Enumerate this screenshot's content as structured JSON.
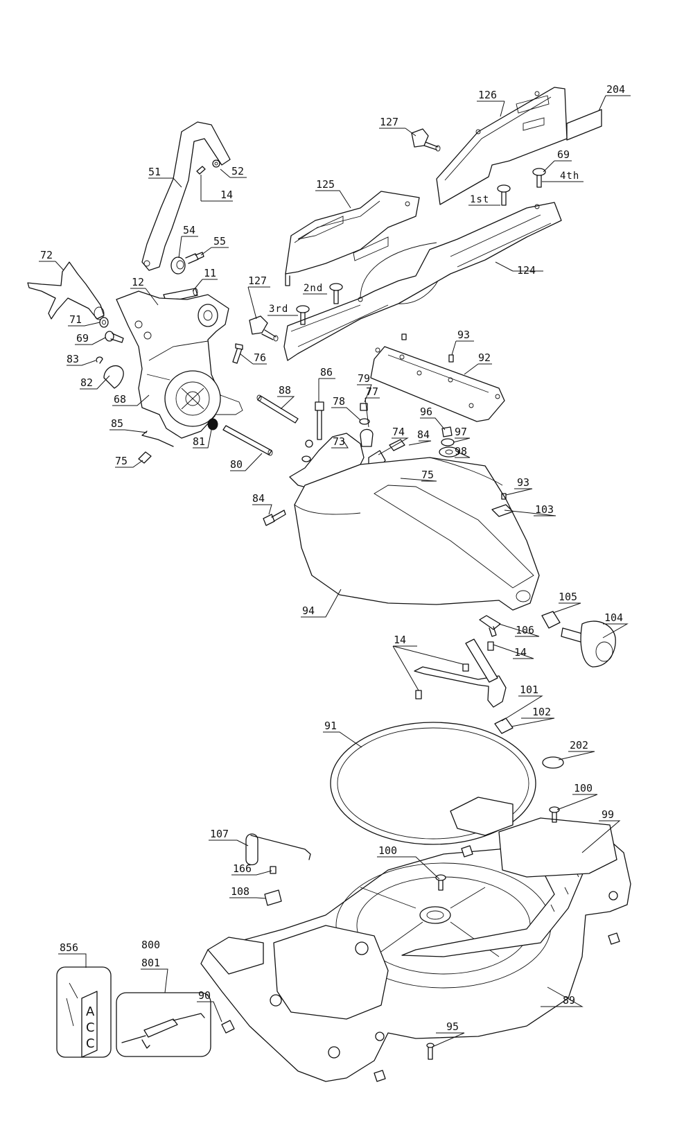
{
  "diagram": {
    "callouts": [
      "204",
      "126",
      "127",
      "69",
      "4th",
      "1st",
      "51",
      "52",
      "14",
      "125",
      "54",
      "55",
      "124",
      "72",
      "12",
      "11",
      "127",
      "2nd",
      "3rd",
      "71",
      "69",
      "93",
      "83",
      "76",
      "92",
      "82",
      "68",
      "86",
      "79",
      "88",
      "78",
      "77",
      "96",
      "85",
      "74",
      "84",
      "97",
      "73",
      "98",
      "81",
      "75",
      "80",
      "75",
      "84",
      "93",
      "103",
      "94",
      "105",
      "104",
      "106",
      "14",
      "14",
      "101",
      "102",
      "91",
      "202",
      "100",
      "99",
      "107",
      "100",
      "166",
      "108",
      "856",
      "800",
      "801",
      "90",
      "89",
      "95"
    ],
    "acc_label": [
      "A",
      "C",
      "C"
    ]
  }
}
